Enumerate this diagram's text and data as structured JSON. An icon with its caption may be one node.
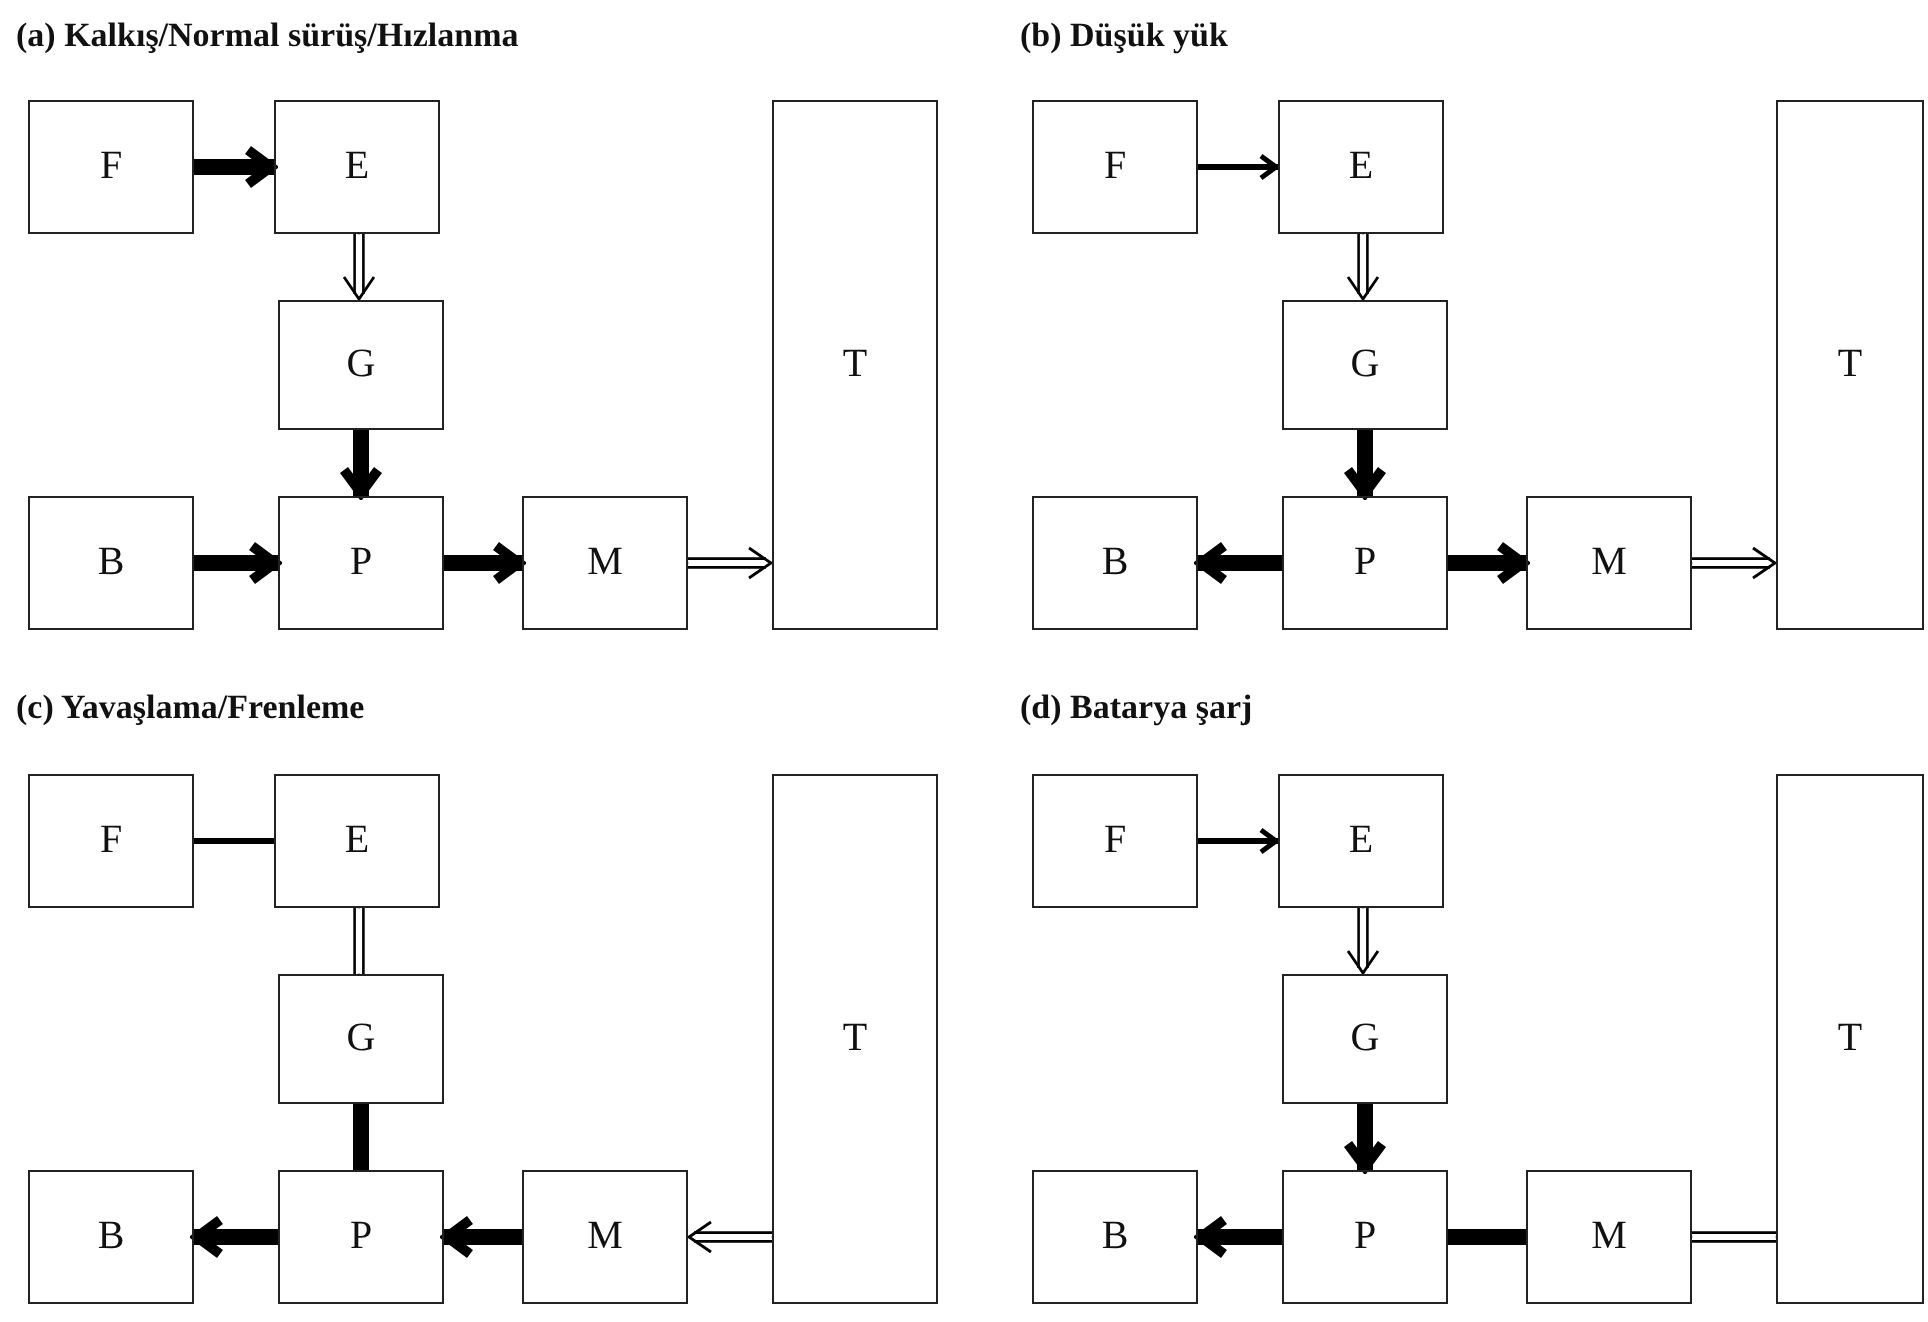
{
  "diagram": {
    "nodes": [
      {
        "text": [
          "F"
        ]
      },
      {
        "text": [
          "E"
        ]
      },
      {
        "text": [
          "G"
        ]
      },
      {
        "text": [
          "B"
        ]
      },
      {
        "text": [
          "P"
        ]
      },
      {
        "text": [
          "M"
        ]
      },
      {
        "text": [
          "T"
        ]
      },
      {
        "text": [
          "F"
        ]
      },
      {
        "text": [
          "E"
        ]
      },
      {
        "text": [
          "G"
        ]
      },
      {
        "text": [
          "B"
        ]
      },
      {
        "text": [
          "P"
        ]
      },
      {
        "text": [
          "M"
        ]
      },
      {
        "text": [
          "T"
        ]
      },
      {
        "text": [
          "F"
        ]
      },
      {
        "text": [
          "E"
        ]
      },
      {
        "text": [
          "G"
        ]
      },
      {
        "text": [
          "B"
        ]
      },
      {
        "text": [
          "P"
        ]
      },
      {
        "text": [
          "M"
        ]
      },
      {
        "text": [
          "T"
        ]
      },
      {
        "text": [
          "F"
        ]
      },
      {
        "text": [
          "E"
        ]
      },
      {
        "text": [
          "G"
        ]
      },
      {
        "text": [
          "B"
        ]
      },
      {
        "text": [
          "P"
        ]
      },
      {
        "text": [
          "M"
        ]
      },
      {
        "text": [
          "T"
        ]
      }
    ],
    "edges": [
      {
        "from": 0,
        "to": 1,
        "arrow": "to"
      },
      {
        "from": 1,
        "to": 2,
        "arrow": "to"
      },
      {
        "from": 2,
        "to": 4,
        "arrow": "to"
      },
      {
        "from": 3,
        "to": 4,
        "arrow": "to"
      },
      {
        "from": 4,
        "to": 5,
        "arrow": "to"
      },
      {
        "from": 5,
        "to": 6,
        "arrow": "to"
      },
      {
        "from": 7,
        "to": 8,
        "arrow": "to"
      },
      {
        "from": 8,
        "to": 9,
        "arrow": "to"
      },
      {
        "from": 9,
        "to": 11,
        "arrow": "to"
      },
      {
        "from": 11,
        "to": 10,
        "arrow": "to"
      },
      {
        "from": 11,
        "to": 12,
        "arrow": "to"
      },
      {
        "from": 12,
        "to": 13,
        "arrow": "to"
      },
      {
        "from": 14,
        "to": 15,
        "arrow": "none"
      },
      {
        "from": 15,
        "to": 16,
        "arrow": "none"
      },
      {
        "from": 16,
        "to": 18,
        "arrow": "none"
      },
      {
        "from": 18,
        "to": 17,
        "arrow": "to"
      },
      {
        "from": 19,
        "to": 18,
        "arrow": "to"
      },
      {
        "from": 20,
        "to": 19,
        "arrow": "to"
      },
      {
        "from": 21,
        "to": 22,
        "arrow": "to"
      },
      {
        "from": 22,
        "to": 23,
        "arrow": "to"
      },
      {
        "from": 23,
        "to": 25,
        "arrow": "to"
      },
      {
        "from": 25,
        "to": 24,
        "arrow": "to"
      },
      {
        "from": 25,
        "to": 26,
        "arrow": "none"
      },
      {
        "from": 26,
        "to": 27,
        "arrow": "none"
      }
    ],
    "labels": [
      "(a) Kalkış/Normal sürüş/Hızlanma",
      "(b) Düşük yük",
      "(c) Yavaşlama/Frenleme",
      "(d) Batarya şarj"
    ]
  }
}
